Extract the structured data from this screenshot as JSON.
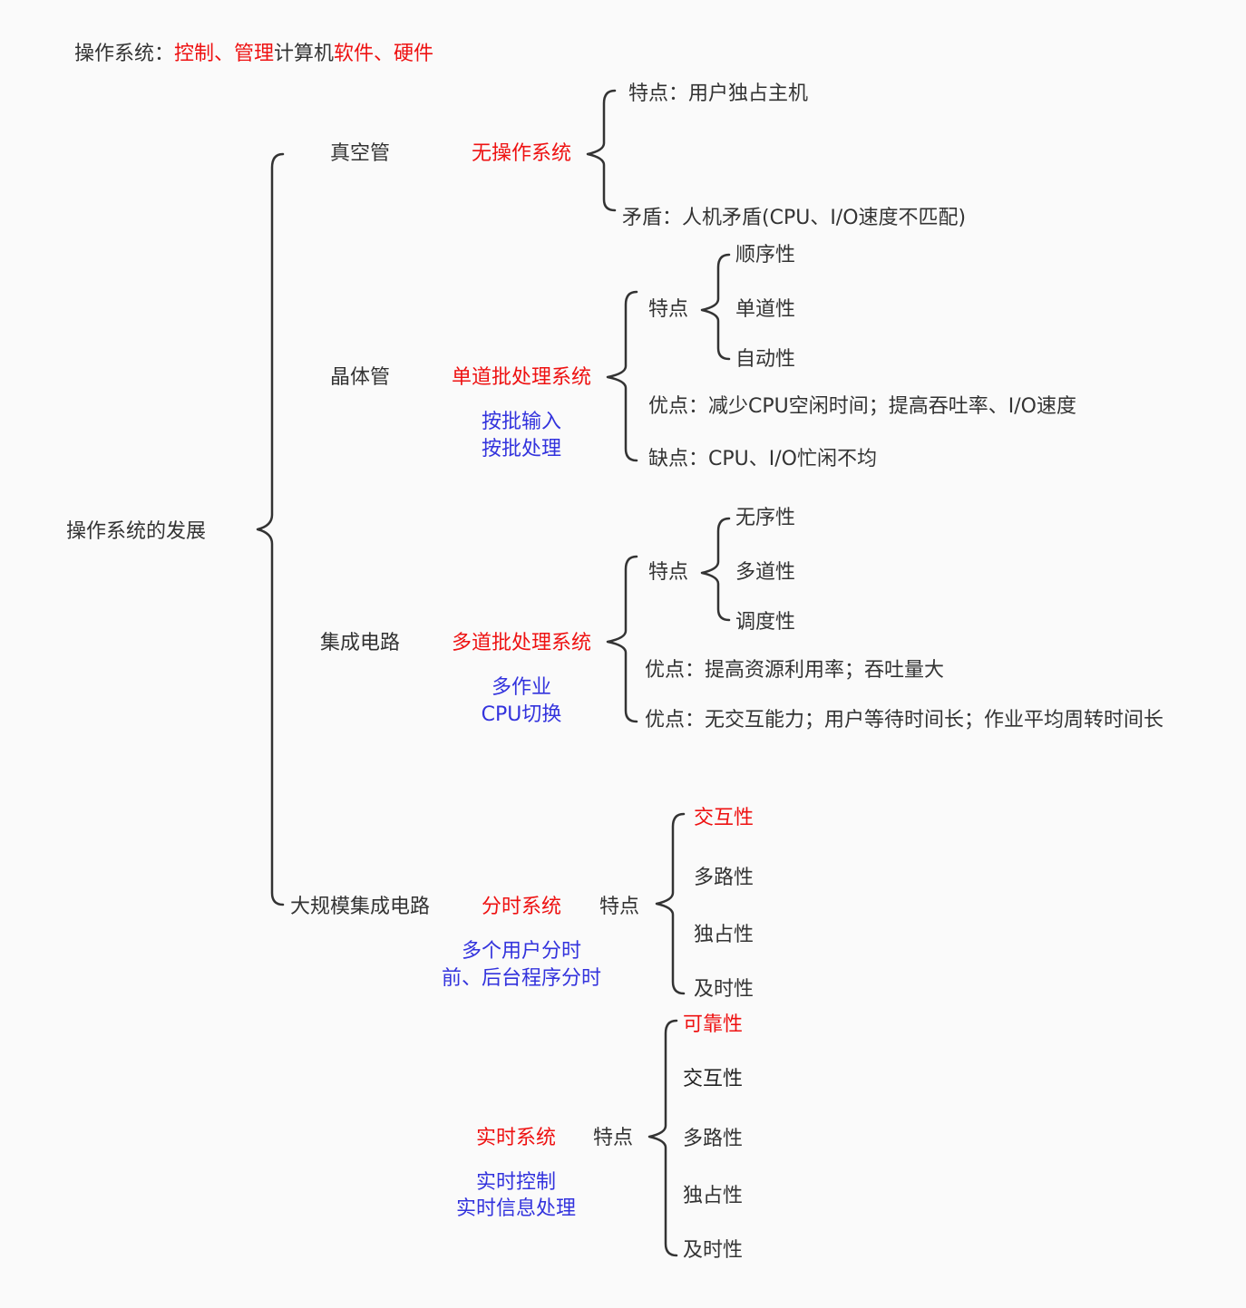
{
  "title": {
    "prefix": "操作系统：",
    "part1": "控制、管理",
    "part2": "计算机",
    "part3": "软件、硬件"
  },
  "root": {
    "label": "操作系统的发展"
  },
  "stages": [
    {
      "era": "真空管",
      "system": "无操作系统",
      "details": [
        "特点：用户独占主机",
        "矛盾：人机矛盾(CPU、I/O速度不匹配)"
      ]
    },
    {
      "era": "晶体管",
      "system": "单道批处理系统",
      "notes": [
        "按批输入",
        "按批处理"
      ],
      "feature_label": "特点",
      "features": [
        "顺序性",
        "单道性",
        "自动性"
      ],
      "advantage": "优点：减少CPU空闲时间；提高吞吐率、I/O速度",
      "disadvantage": "缺点：CPU、I/O忙闲不均"
    },
    {
      "era": "集成电路",
      "system": "多道批处理系统",
      "notes": [
        "多作业",
        "CPU切换"
      ],
      "feature_label": "特点",
      "features": [
        "无序性",
        "多道性",
        "调度性"
      ],
      "advantage": "优点：提高资源利用率；吞吐量大",
      "disadvantage": "优点：无交互能力；用户等待时间长；作业平均周转时间长"
    },
    {
      "era": "大规模集成电路",
      "system": "分时系统",
      "notes": [
        "多个用户分时",
        "前、后台程序分时"
      ],
      "feature_label": "特点",
      "features": [
        "交互性",
        "多路性",
        "独占性",
        "及时性"
      ]
    },
    {
      "system": "实时系统",
      "notes": [
        "实时控制",
        "实时信息处理"
      ],
      "feature_label": "特点",
      "features": [
        "可靠性",
        "交互性",
        "多路性",
        "独占性",
        "及时性"
      ]
    }
  ],
  "colors": {
    "text": "#333333",
    "emphasis_red": "#ee1111",
    "note_blue": "#3333dd",
    "background": "#fafafa"
  }
}
